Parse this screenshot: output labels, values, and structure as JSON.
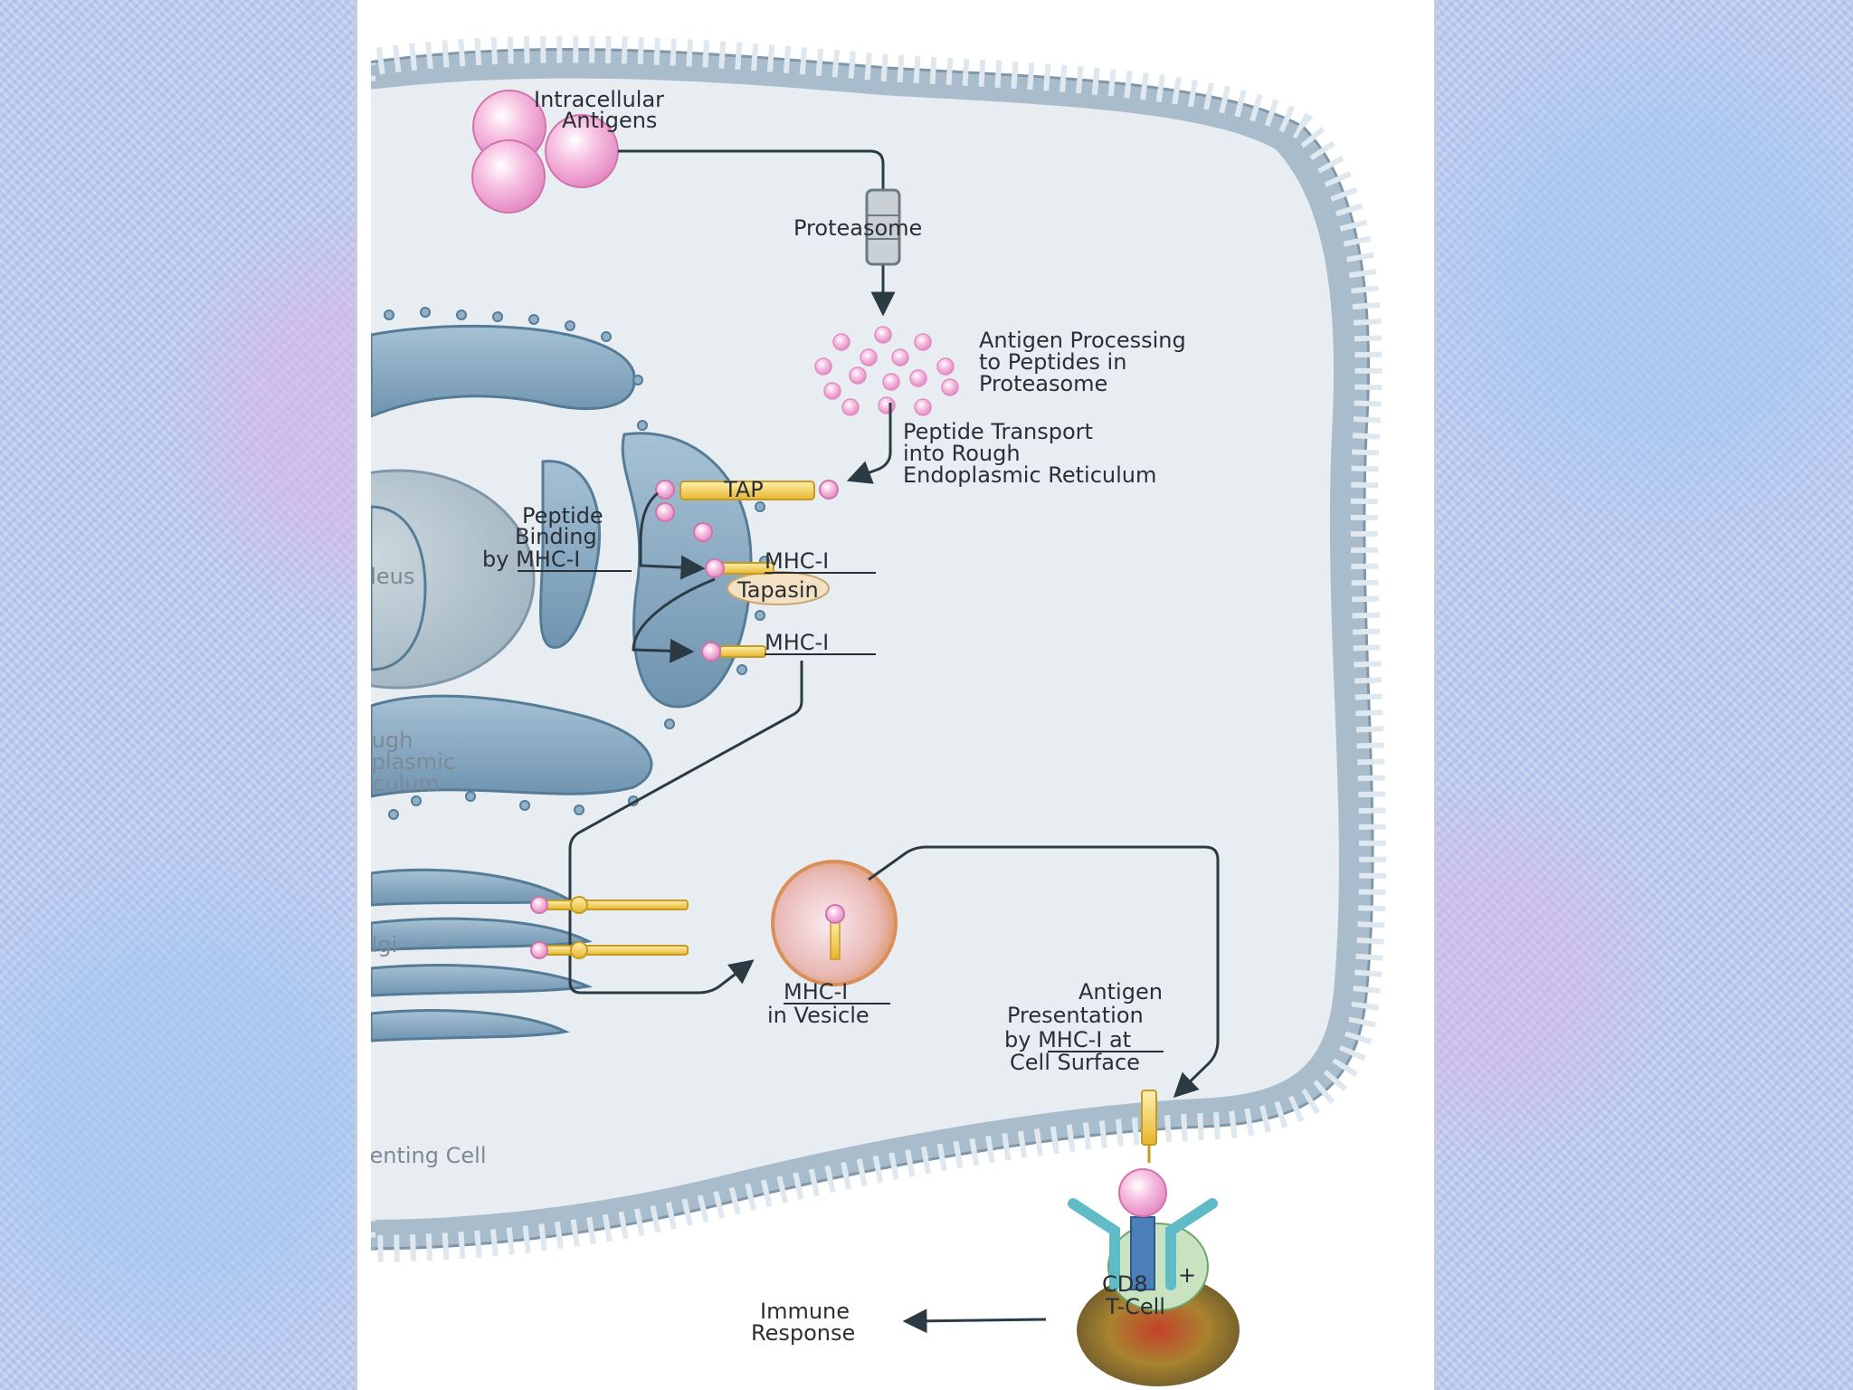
{
  "diagram": {
    "labels": {
      "intracellular_antigens_1": "Intracellular",
      "intracellular_antigens_2": "Antigens",
      "proteasome": "Proteasome",
      "processing_1": "Antigen Processing",
      "processing_2": "to Peptides in",
      "processing_3": "Proteasome",
      "transport_1": "Peptide Transport",
      "transport_2": "into Rough",
      "transport_3": "Endoplasmic Reticulum",
      "tap": "TAP",
      "binding_1": "Peptide",
      "binding_2": "Binding",
      "binding_3": "by MHC-I",
      "mhc1_a": "MHC-I",
      "tapasin": "Tapasin",
      "mhc1_b": "MHC-I",
      "nucleus_fragment": "cleus",
      "rer_1": "ough",
      "rer_2": "oplasmic",
      "rer_3": "ticulum",
      "golgi_fragment": "olgi",
      "vesicle_1": "MHC-I",
      "vesicle_2": "in Vesicle",
      "presentation_1": "Antigen",
      "presentation_2": "Presentation",
      "presentation_3": "by MHC-I at",
      "presentation_4": "Cell Surface",
      "apc_fragment": "senting Cell",
      "tcell_1": "CD8",
      "tcell_plus": "+",
      "tcell_2": "T-Cell",
      "immune_1": "Immune",
      "immune_2": "Response"
    },
    "colors": {
      "membrane": "#a9bccb",
      "cytoplasm": "#e8edf2",
      "organelle": "#8fb0c8",
      "antigen": "#f2a8d4",
      "mhc": "#f3c64a",
      "arrow": "#2c3a44"
    }
  }
}
